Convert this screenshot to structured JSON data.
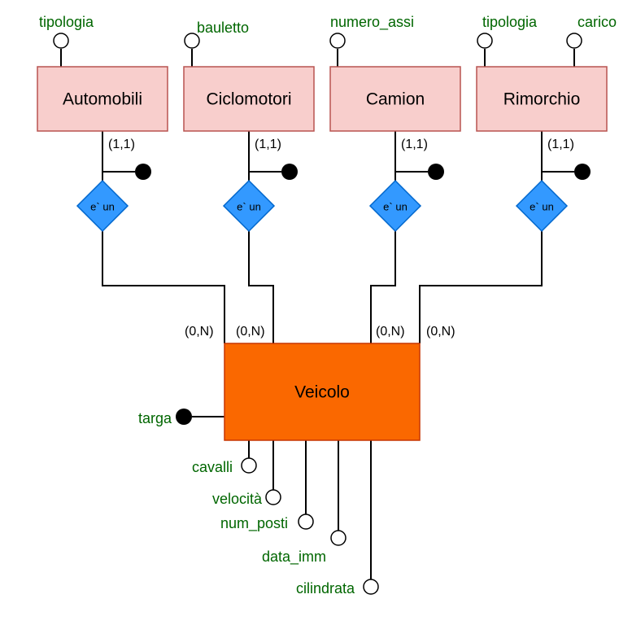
{
  "colors": {
    "entity_fill": "#f8cecc",
    "entity_stroke": "#b85450",
    "main_entity_fill": "#fa6800",
    "main_entity_stroke": "#c73500",
    "relationship_fill": "#3399ff",
    "relationship_stroke": "#0066cc",
    "attribute_text": "#006600",
    "line": "#000000"
  },
  "entities": {
    "automobili": "Automobili",
    "ciclomotori": "Ciclomotori",
    "camion": "Camion",
    "rimorchio": "Rimorchio",
    "veicolo": "Veicolo"
  },
  "relationships": {
    "automobili": "e` un",
    "ciclomotori": "e` un",
    "camion": "e` un",
    "rimorchio": "e` un"
  },
  "cardinalities": {
    "automobili_top": "(1,1)",
    "ciclomotori_top": "(1,1)",
    "camion_top": "(1,1)",
    "rimorchio_top": "(1,1)",
    "automobili_bottom": "(0,N)",
    "ciclomotori_bottom": "(0,N)",
    "camion_bottom": "(0,N)",
    "rimorchio_bottom": "(0,N)"
  },
  "attributes": {
    "automobili_tipologia": "tipologia",
    "ciclomotori_bauletto": "bauletto",
    "camion_numero_assi": "numero_assi",
    "rimorchio_tipologia": "tipologia",
    "rimorchio_carico": "carico",
    "veicolo_targa": "targa",
    "veicolo_cavalli": "cavalli",
    "veicolo_velocita": "velocità",
    "veicolo_num_posti": "num_posti",
    "veicolo_data_imm": "data_imm",
    "veicolo_cilindrata": "cilindrata"
  }
}
